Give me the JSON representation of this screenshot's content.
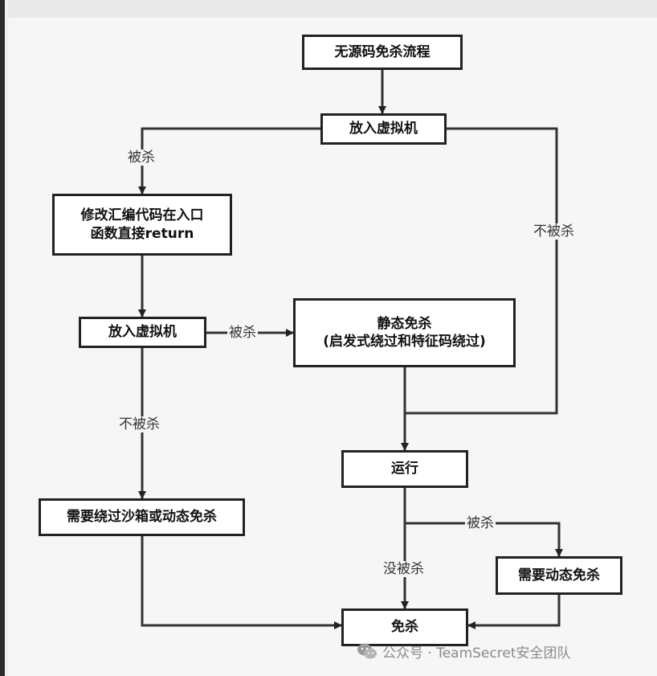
{
  "diagram": {
    "nodes": {
      "start": "无源码免杀流程",
      "vm1": "放入虚拟机",
      "modify_line1": "修改汇编代码在入口",
      "modify_line2": "函数直接return",
      "vm2": "放入虚拟机",
      "static_line1": "静态免杀",
      "static_line2": "(启发式绕过和特征码绕过)",
      "sandbox": "需要绕过沙箱或动态免杀",
      "run": "运行",
      "dynamic": "需要动态免杀",
      "end": "免杀"
    },
    "edge_labels": {
      "vm1_killed": "被杀",
      "vm1_not_killed": "不被杀",
      "vm2_killed": "被杀",
      "vm2_not_killed": "不被杀",
      "run_killed": "被杀",
      "run_not_killed": "没被杀"
    }
  },
  "watermark": {
    "icon": "wechat-icon",
    "text": "公众号 · TeamSecret安全团队"
  }
}
